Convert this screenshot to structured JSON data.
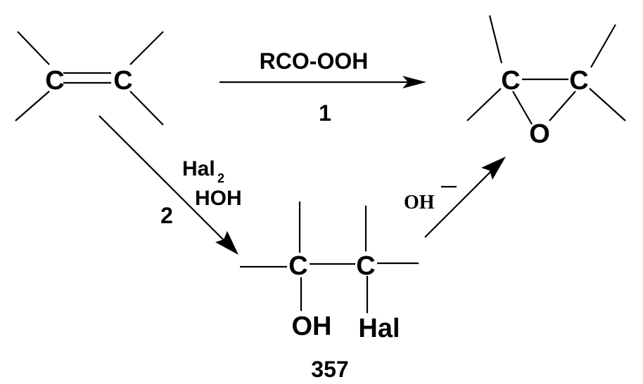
{
  "reactant": {
    "atom_left": "C",
    "atom_right": "C"
  },
  "reaction_1": {
    "reagent": "RCO-OOH",
    "number": "1"
  },
  "reaction_2": {
    "reagent_hal": "Hal",
    "reagent_hal_subscript": "2",
    "reagent_water": "HOH",
    "number": "2"
  },
  "epoxide": {
    "atom_left": "C",
    "atom_right": "C",
    "atom_oxygen": "O"
  },
  "halohydrin": {
    "atom_left": "C",
    "atom_right": "C",
    "group_oh": "OH",
    "group_hal": "Hal"
  },
  "base_step": {
    "reagent": "OH",
    "charge": "−"
  },
  "figure_number": "357"
}
